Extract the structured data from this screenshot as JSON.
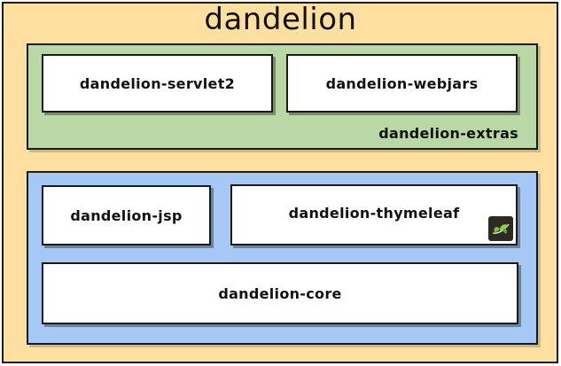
{
  "diagram": {
    "title": "dandelion",
    "extras_group": {
      "label": "dandelion-extras",
      "modules": [
        "dandelion-servlet2",
        "dandelion-webjars"
      ]
    },
    "core_group": {
      "modules": [
        "dandelion-jsp",
        "dandelion-thymeleaf"
      ],
      "core": "dandelion-core"
    },
    "colors": {
      "outer": "#fde0a0",
      "extras": "#b9d8a6",
      "core_group": "#a6c8f5",
      "module": "#ffffff"
    },
    "icons": {
      "thymeleaf": "thymeleaf-leaf-icon"
    }
  }
}
